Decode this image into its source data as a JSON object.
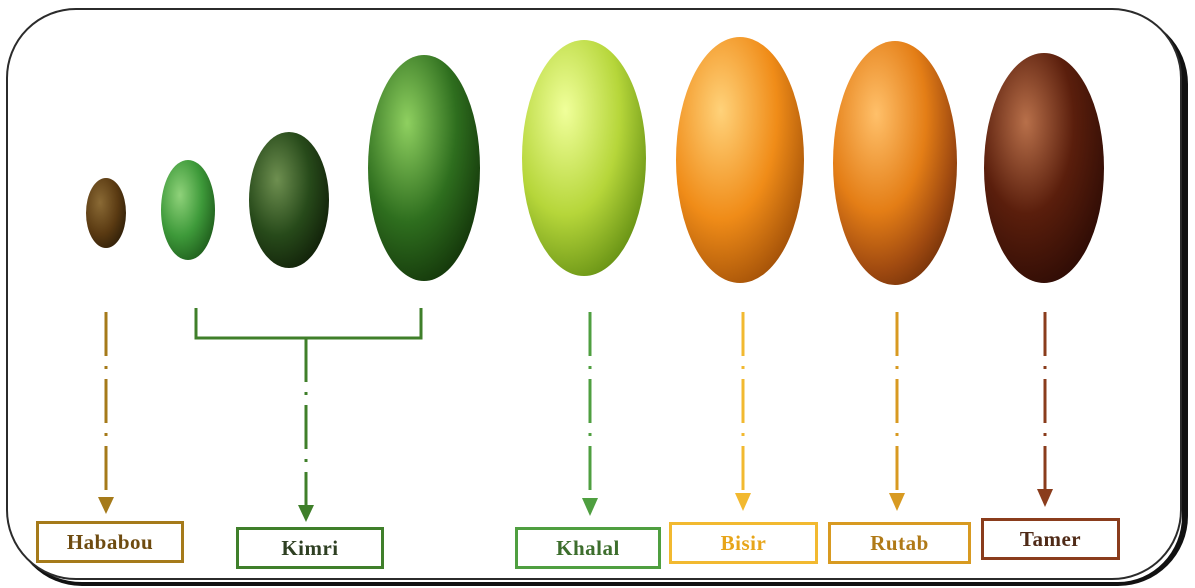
{
  "stages": [
    {
      "name": "Hababou",
      "color": "#a57a1a"
    },
    {
      "name": "Kimri",
      "color": "#3f7f2a"
    },
    {
      "name": "Khalal",
      "color": "#4f9f40"
    },
    {
      "name": "Bisir",
      "color": "#f2b930"
    },
    {
      "name": "Rutab",
      "color": "#d89a21"
    },
    {
      "name": "Tamer",
      "color": "#8a3c1c"
    }
  ],
  "fruit_colors": {
    "hababou": "#5a3a12",
    "kimri_1": "#3e9a3a",
    "kimri_2": "#274a1a",
    "kimri_3": "#2e6e1e",
    "khalal": "#b6d63a",
    "bisir": "#f08c18",
    "rutab": "#e47e16",
    "tamer": "#5a1e0c"
  }
}
